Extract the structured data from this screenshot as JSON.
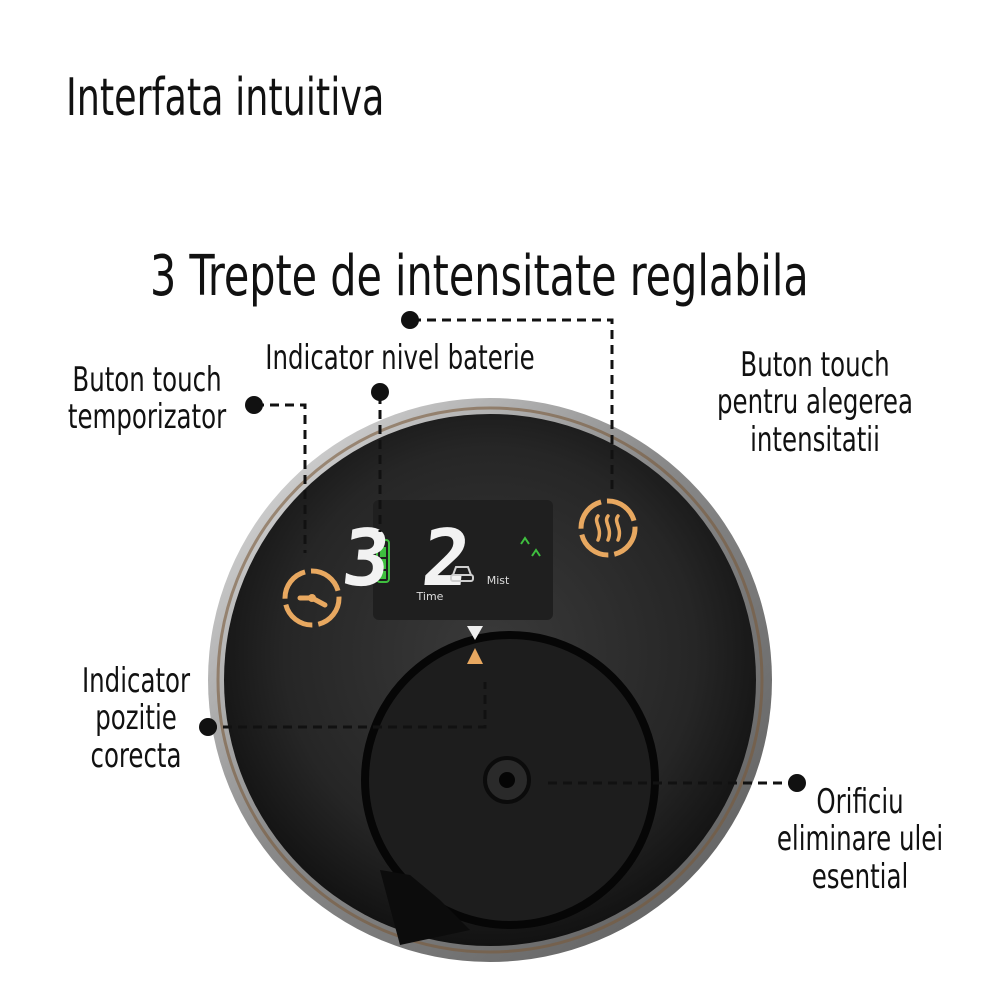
{
  "header": {
    "title": "Interfata intuitiva",
    "subtitle": "3 Trepte de intensitate reglabila"
  },
  "callouts": {
    "timer_button": [
      "Buton touch",
      "temporizator"
    ],
    "battery_indicator": [
      "Indicator nivel baterie"
    ],
    "intensity_button": [
      "Buton touch",
      "pentru alegerea",
      "intensitatii"
    ],
    "position_indicator": [
      "Indicator",
      "pozitie",
      "corecta"
    ],
    "oil_hole": [
      "Orificiu",
      "eliminare ulei",
      "esential"
    ]
  },
  "display": {
    "time_value": "3",
    "mist_value": "2",
    "time_label": "Time",
    "mist_label": "Mist"
  },
  "icons": {
    "timer": "clock-icon",
    "intensity": "waves-icon",
    "battery": "battery-icon",
    "car": "car-icon",
    "position": "triangle-arrows-icon"
  },
  "colors": {
    "device_body": "#1a1a1a",
    "accent": "#e8a860",
    "battery_green": "#3fbf3f",
    "display_text": "#f2f2f2"
  }
}
